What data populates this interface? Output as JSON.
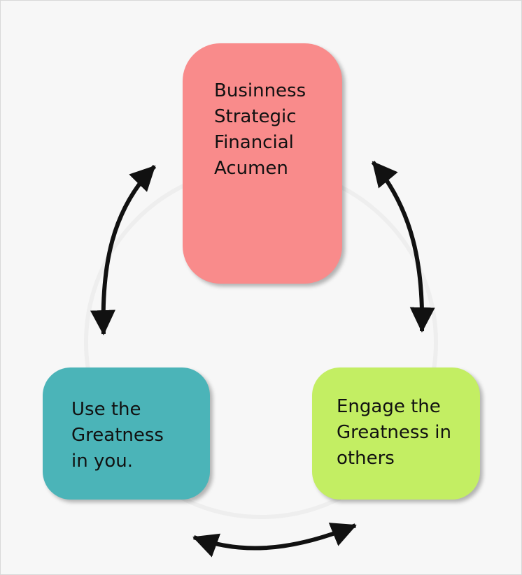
{
  "diagram": {
    "nodes": [
      {
        "id": "top",
        "text": "Businness\nStrategic\nFinancial\nAcumen",
        "color": "#f98b8b"
      },
      {
        "id": "left",
        "text": "Use the\nGreatness\nin you.",
        "color": "#4bb4b8"
      },
      {
        "id": "right",
        "text": "Engage the\nGreatness in\nothers",
        "color": "#c3ee63"
      }
    ],
    "edges": [
      {
        "from": "left",
        "to": "top",
        "direction": "bidirectional"
      },
      {
        "from": "top",
        "to": "right",
        "direction": "bidirectional"
      },
      {
        "from": "left",
        "to": "right",
        "direction": "bidirectional"
      }
    ],
    "arrow_color": "#111111"
  }
}
